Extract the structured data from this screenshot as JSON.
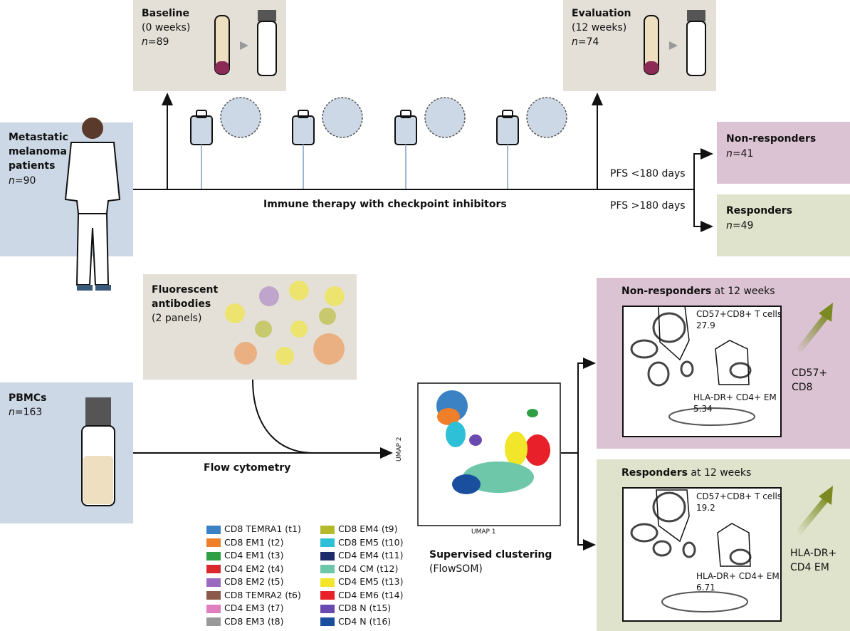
{
  "baseline": {
    "title": "Baseline",
    "sub": "(0 weeks)",
    "n_label": "n",
    "n_value": "=89"
  },
  "evaluation": {
    "title": "Evaluation",
    "sub": "(12 weeks)",
    "n_label": "n",
    "n_value": "=74"
  },
  "patients": {
    "l1": "Metastatic",
    "l2": "melanoma",
    "l3": "patients",
    "n_label": "n",
    "n_value": "=90"
  },
  "timeline_label": "Immune therapy with checkpoint inhibitors",
  "pfs_short": "PFS <180 days",
  "pfs_long": "PFS >180 days",
  "nonresp": {
    "title": "Non-responders",
    "n_label": "n",
    "n_value": "=41"
  },
  "resp": {
    "title": "Responders",
    "n_label": "n",
    "n_value": "=49"
  },
  "antibodies": {
    "l1": "Fluorescent",
    "l2": "antibodies",
    "l3": "(2 panels)"
  },
  "pbmc": {
    "title": "PBMCs",
    "n_label": "n",
    "n_value": "=163"
  },
  "flow_label": "Flow cytometry",
  "umap": {
    "xlabel": "UMAP 1",
    "ylabel": "UMAP 2"
  },
  "clustering": {
    "l1": "Supervised clustering",
    "l2": "(FlowSOM)"
  },
  "nonresp12": {
    "bold": "Non-responders",
    "rest": " at 12 weeks",
    "gate1": "CD57+CD8+ T cells",
    "gate1_val": "27.9",
    "gate2": "HLA-DR+ CD4+ EM",
    "gate2_val": "5.34",
    "arrow_l1": "CD57+",
    "arrow_l2": "CD8"
  },
  "resp12": {
    "bold": "Responders",
    "rest": " at 12 weeks",
    "gate1": "CD57+CD8+ T cells",
    "gate1_val": "19.2",
    "gate2": "HLA-DR+ CD4+ EM",
    "gate2_val": "6.71",
    "arrow_l1": "HLA-DR+",
    "arrow_l2": "CD4 EM"
  },
  "legend": [
    {
      "label": "CD8 TEMRA1 (t1)",
      "color": "#3b82c4"
    },
    {
      "label": "CD8 EM1 (t2)",
      "color": "#f07f2a"
    },
    {
      "label": "CD4 EM1 (t3)",
      "color": "#2ea043"
    },
    {
      "label": "CD4 EM2 (t4)",
      "color": "#d9282e"
    },
    {
      "label": "CD8 EM2 (t5)",
      "color": "#9a6ac0"
    },
    {
      "label": "CD8 TEMRA2 (t6)",
      "color": "#8c5a4a"
    },
    {
      "label": "CD4 EM3 (t7)",
      "color": "#e07fc0"
    },
    {
      "label": "CD8 EM3 (t8)",
      "color": "#999999"
    },
    {
      "label": "CD8 EM4 (t9)",
      "color": "#b5b82a"
    },
    {
      "label": "CD8 EM5 (t10)",
      "color": "#2ec0d6"
    },
    {
      "label": "CD4 EM4 (t11)",
      "color": "#1f2a6b"
    },
    {
      "label": "CD4 CM (t12)",
      "color": "#6dc7a8"
    },
    {
      "label": "CD4 EM5 (t13)",
      "color": "#f2e62a"
    },
    {
      "label": "CD4 EM6 (t14)",
      "color": "#e8202a"
    },
    {
      "label": "CD8 N (t15)",
      "color": "#6a4ab0"
    },
    {
      "label": "CD4 N (t16)",
      "color": "#1a4fa0"
    }
  ],
  "colors": {
    "tan": "#e4e0d8",
    "blue": "#cdd8e6",
    "pink": "#dcc3d3",
    "green": "#dfe3cc"
  }
}
